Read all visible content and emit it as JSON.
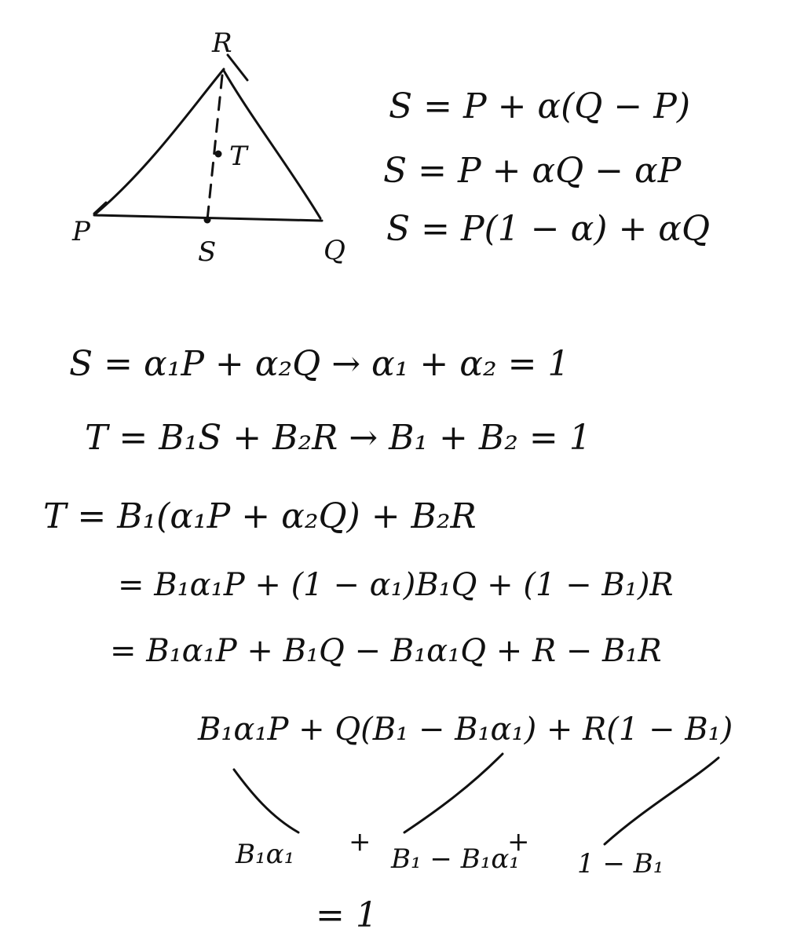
{
  "diagram": {
    "vertices": {
      "top": "R",
      "left": "P",
      "right": "Q",
      "foot": "S",
      "inner": "T"
    }
  },
  "equations": {
    "line1": "S = P + α(Q − P)",
    "line2": "S = P + αQ − αP",
    "line3": "S = P(1 − α) + αQ",
    "line4": "S = α₁P + α₂Q → α₁ + α₂ = 1",
    "line5": "T = B₁S + B₂R → B₁ + B₂ = 1",
    "line6": "T = B₁(α₁P + α₂Q) + B₂R",
    "line7": "= B₁α₁P + (1 − α₁)B₁Q + (1 − B₁)R",
    "line8": "= B₁α₁P + B₁Q − B₁α₁Q + R − B₁R",
    "line9": "B₁α₁P + Q(B₁ − B₁α₁) + R(1 − B₁)"
  },
  "coefficients": {
    "c1": "B₁α₁",
    "plus1": "+",
    "c2": "B₁ − B₁α₁",
    "plus2": "+",
    "c3": "1 − B₁",
    "result": "= 1"
  }
}
